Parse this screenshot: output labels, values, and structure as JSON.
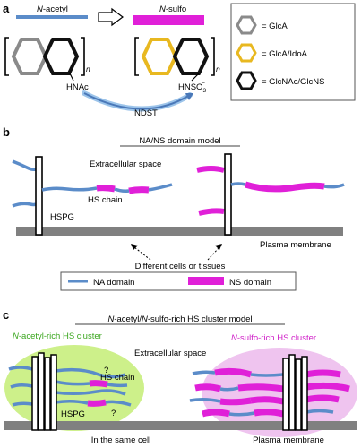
{
  "colors": {
    "na_domain": "#5b8cc9",
    "ns_domain": "#e020d8",
    "glca": "#8a8a8a",
    "glca_idoa": "#e8b820",
    "glcnac_glcns": "#111111",
    "membrane": "#808080",
    "na_cluster_bg": "#cdf08a",
    "ns_cluster_bg": "#efc4ef"
  },
  "panel_a": {
    "label": "a",
    "left_title_prefix": "N",
    "left_title_rest": "-acetyl",
    "right_title_prefix": "N",
    "right_title_rest": "-sulfo",
    "left_sub": "n",
    "right_sub": "n",
    "left_group": "HNAc",
    "right_group_main": "HNSO",
    "right_group_sub": "3",
    "right_group_sup": "−",
    "enzyme": "NDST",
    "legend": {
      "glca": "= GlcA",
      "glca_idoa": "= GlcA/IdoA",
      "glcnac_glcns": "= GlcNAc/GlcNS"
    }
  },
  "panel_b": {
    "label": "b",
    "title": "NA/NS domain model",
    "extracellular": "Extracellular space",
    "hs_chain": "HS chain",
    "hspg": "HSPG",
    "plasma_membrane": "Plasma membrane",
    "different_cells": "Different cells or tissues",
    "legend_na": "NA domain",
    "legend_ns": "NS domain"
  },
  "panel_c": {
    "label": "c",
    "title_p1": "N",
    "title_p2": "-acetyl/",
    "title_p3": "N",
    "title_p4": "-sulfo-rich HS cluster model",
    "na_cluster_p1": "N",
    "na_cluster_p2": "-acetyl-rich HS cluster",
    "ns_cluster_p1": "N",
    "ns_cluster_p2": "-sulfo-rich HS cluster",
    "extracellular": "Extracellular space",
    "hs_chain": "HS chain",
    "hspg": "HSPG",
    "question1": "?",
    "question2": "?",
    "same_cell": "In the same cell",
    "plasma_membrane": "Plasma membrane"
  }
}
